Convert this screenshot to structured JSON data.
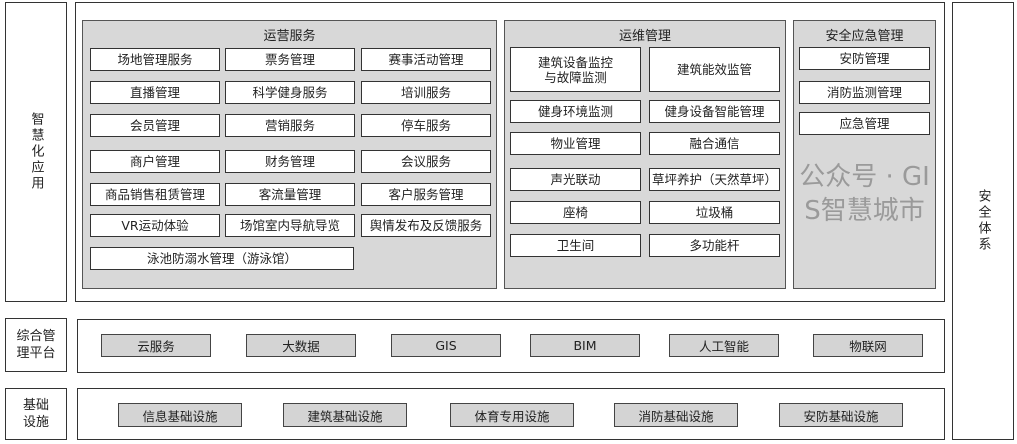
{
  "layers": {
    "smart_app": "智慧化应用",
    "platform": "综合管理平台",
    "infrastructure": "基础设施",
    "security_system": "安全体系"
  },
  "operations": {
    "title": "运营服务",
    "items": [
      "场地管理服务",
      "票务管理",
      "赛事活动管理",
      "直播管理",
      "科学健身服务",
      "培训服务",
      "会员管理",
      "营销服务",
      "停车服务",
      "商户管理",
      "财务管理",
      "会议服务",
      "商品销售租赁管理",
      "客流量管理",
      "客户服务管理",
      "VR运动体验",
      "场馆室内导航导览",
      "舆情发布及反馈服务",
      "泳池防溺水管理（游泳馆）"
    ]
  },
  "maintenance": {
    "title": "运维管理",
    "items": [
      "建筑设备监控\n与故障监测",
      "建筑能效监管",
      "健身环境监测",
      "健身设备智能管理",
      "物业管理",
      "融合通信",
      "声光联动",
      "草坪养护（天然草坪）",
      "座椅",
      "垃圾桶",
      "卫生间",
      "多功能杆"
    ]
  },
  "emergency": {
    "title": "安全应急管理",
    "items": [
      "安防管理",
      "消防监测管理",
      "应急管理"
    ]
  },
  "platform_items": [
    "云服务",
    "大数据",
    "GIS",
    "BIM",
    "人工智能",
    "物联网"
  ],
  "infra_items": [
    "信息基础设施",
    "建筑基础设施",
    "体育专用设施",
    "消防基础设施",
    "安防基础设施"
  ],
  "watermark": "公众号 · GIS智慧城市"
}
